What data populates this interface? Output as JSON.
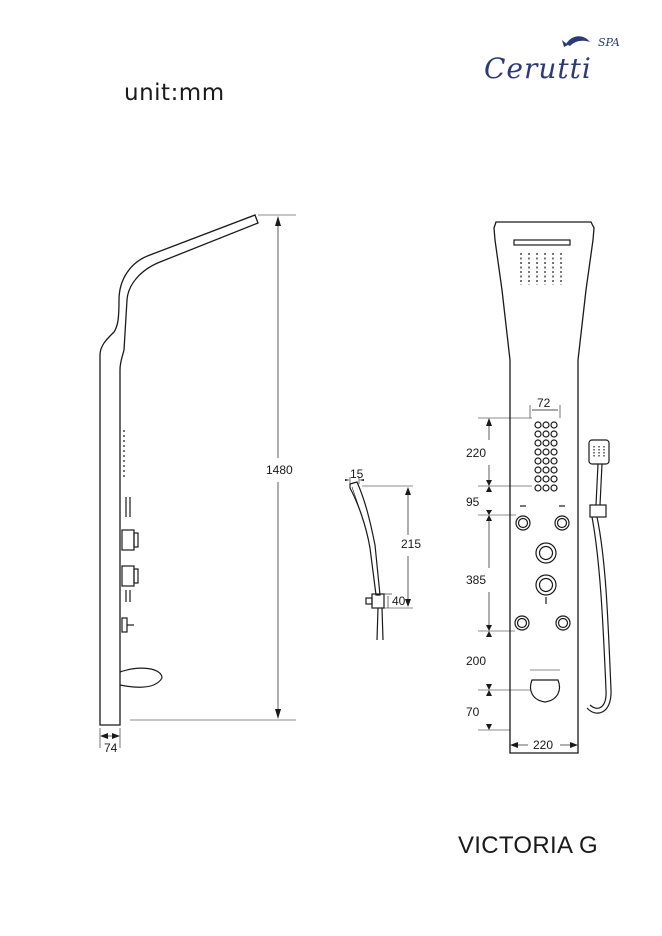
{
  "header": {
    "unit_label": "unit:mm",
    "brand_name": "Cerutti",
    "brand_suffix": "SPA"
  },
  "model_name": "VICTORIA G",
  "dimensions": {
    "height_total": "1480",
    "depth": "74",
    "hand_shower_width": "15",
    "hand_shower_length": "215",
    "hand_shower_holder": "40",
    "jets_width": "72",
    "dim_220_top": "220",
    "dim_95": "95",
    "dim_385": "385",
    "dim_200": "200",
    "dim_70": "70",
    "panel_width": "220"
  },
  "colors": {
    "line": "#1a1a1a",
    "brand": "#2d3a78"
  }
}
